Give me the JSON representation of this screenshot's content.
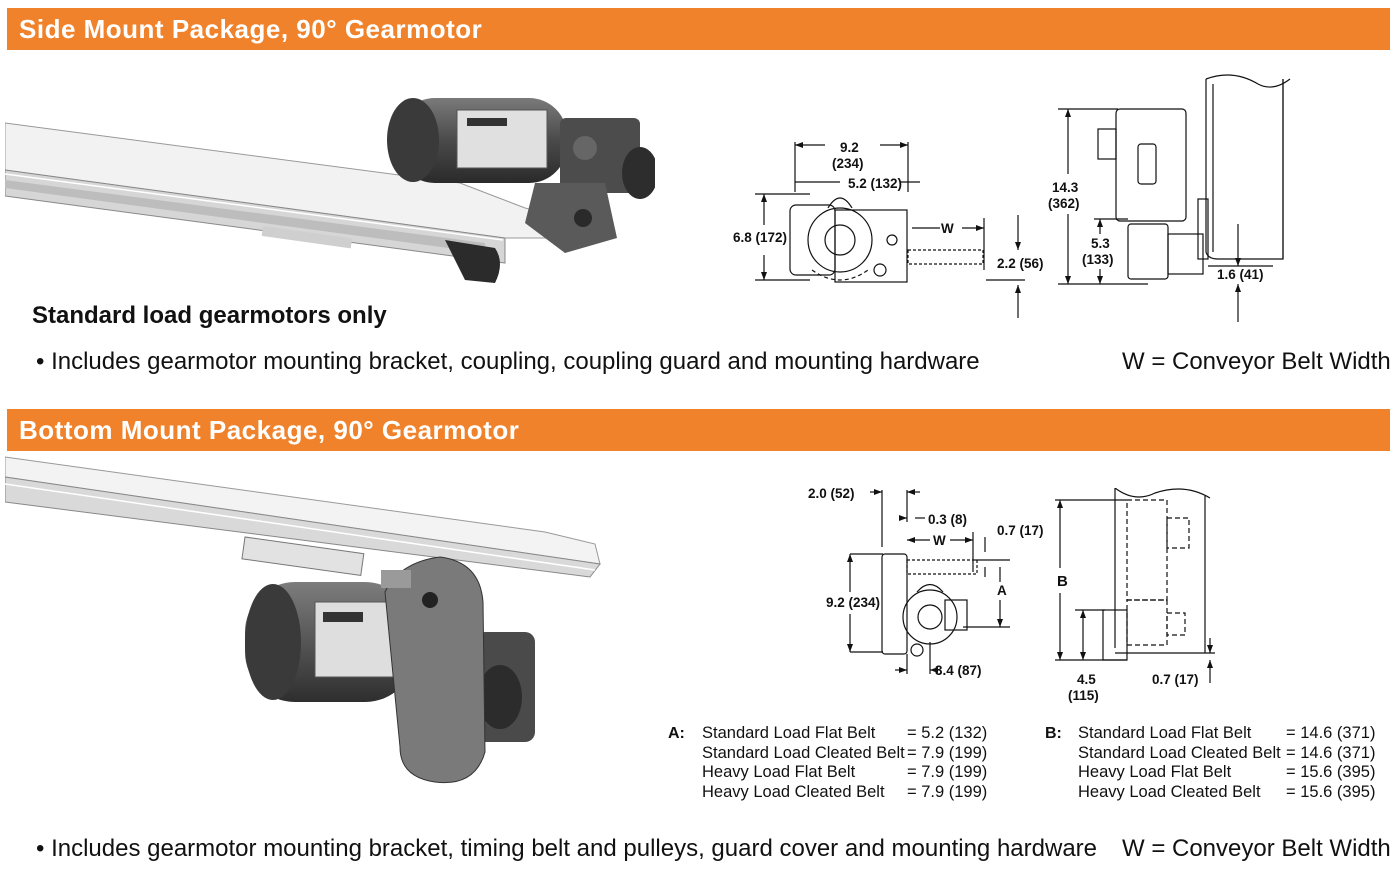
{
  "side": {
    "title": "Side Mount Package, 90° Gearmotor",
    "subtitle": "Standard load gearmotors only",
    "bullet": "Includes gearmotor mounting bracket, coupling, coupling guard and mounting hardware",
    "w_note": "W = Conveyor Belt Width",
    "dims": {
      "d1": "9.2",
      "d1m": "(234)",
      "d2": "5.2 (132)",
      "d3": "6.8 (172)",
      "d4": "W",
      "d5": "2.2 (56)",
      "d6": "14.3",
      "d6m": "(362)",
      "d7": "5.3",
      "d7m": "(133)",
      "d8": "1.6 (41)"
    }
  },
  "bottom": {
    "title": "Bottom Mount Package, 90° Gearmotor",
    "bullet": "Includes gearmotor mounting bracket, timing belt and pulleys, guard cover and mounting hardware",
    "w_note": "W = Conveyor Belt Width",
    "dims": {
      "d1": "2.0 (52)",
      "d2": "0.3 (8)",
      "d3": "0.7 (17)",
      "d4": "W",
      "d5": "A",
      "d6": "9.2 (234)",
      "d7": "3.4 (87)",
      "d8": "B",
      "d9": "4.5",
      "d9m": "(115)",
      "d10": "0.7 (17)"
    },
    "table_a": {
      "key": "A:",
      "rows": [
        {
          "label": "Standard Load Flat Belt",
          "value": "= 5.2 (132)"
        },
        {
          "label": "Standard Load Cleated Belt",
          "value": "= 7.9 (199)"
        },
        {
          "label": "Heavy Load Flat Belt",
          "value": "= 7.9 (199)"
        },
        {
          "label": "Heavy Load Cleated Belt",
          "value": "= 7.9 (199)"
        }
      ]
    },
    "table_b": {
      "key": "B:",
      "rows": [
        {
          "label": "Standard Load Flat Belt",
          "value": "= 14.6 (371)"
        },
        {
          "label": "Standard Load Cleated Belt",
          "value": "= 14.6 (371)"
        },
        {
          "label": "Heavy Load Flat Belt",
          "value": "= 15.6 (395)"
        },
        {
          "label": "Heavy Load Cleated Belt",
          "value": "= 15.6 (395)"
        }
      ]
    }
  },
  "colors": {
    "band": "#F0822B",
    "text": "#111111"
  }
}
